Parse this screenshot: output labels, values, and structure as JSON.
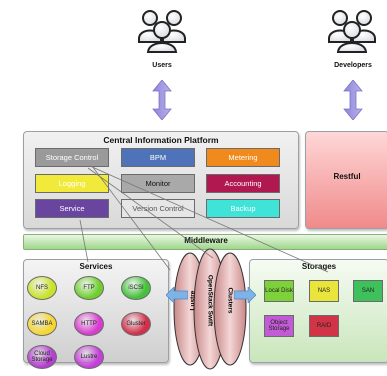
{
  "actors": {
    "users": "Users",
    "developers": "Developers"
  },
  "platform": {
    "title": "Central Information Platform",
    "modules": [
      {
        "label": "Storage Control",
        "color": "#9a9a9a",
        "text_color": "#ffffff"
      },
      {
        "label": "BPM",
        "color": "#4f73b8",
        "text_color": "#ffffff"
      },
      {
        "label": "Metering",
        "color": "#f08a1c",
        "text_color": "#ffffff"
      },
      {
        "label": "Logging",
        "color": "#f2ea3a",
        "text_color": "#ffffff"
      },
      {
        "label": "Monitor",
        "color": "#a9a9a9",
        "text_color": "#111111"
      },
      {
        "label": "Accounting",
        "color": "#b0184f",
        "text_color": "#ffffff"
      },
      {
        "label": "Service",
        "color": "#6a45a0",
        "text_color": "#ffffff"
      },
      {
        "label": "Version Control",
        "color": "#e6e6e6",
        "text_color": "#555555"
      },
      {
        "label": "Backup",
        "color": "#3fe3d8",
        "text_color": "#ffffff"
      }
    ]
  },
  "restful": {
    "label": "Restful"
  },
  "middleware": {
    "label": "Middleware"
  },
  "services": {
    "title": "Services",
    "items": [
      {
        "label": "NFS",
        "color": "#c9e22b"
      },
      {
        "label": "FTP",
        "color": "#6fcf2e"
      },
      {
        "label": "iSCSI",
        "color": "#44c23a"
      },
      {
        "label": "SAMBA",
        "color": "#f5d72e"
      },
      {
        "label": "HTTP",
        "color": "#d93bd0"
      },
      {
        "label": "Gluster",
        "color": "#d32f4a"
      },
      {
        "label": "Cloud Storage",
        "color": "#b53fd0"
      },
      {
        "label": "Lustre",
        "color": "#c43fd8"
      }
    ]
  },
  "connectors": {
    "left": "Lustre",
    "middle": "OpenStack Swift",
    "right": "Clusters"
  },
  "storages": {
    "title": "Storages",
    "items": [
      {
        "label": "Local Disk",
        "color": "#7dd13a"
      },
      {
        "label": "NAS",
        "color": "#e9e53a"
      },
      {
        "label": "SAN",
        "color": "#3ec05a"
      },
      {
        "label": "Object Storage",
        "color": "#c35bd6"
      },
      {
        "label": "RAID",
        "color": "#d23447"
      }
    ]
  }
}
